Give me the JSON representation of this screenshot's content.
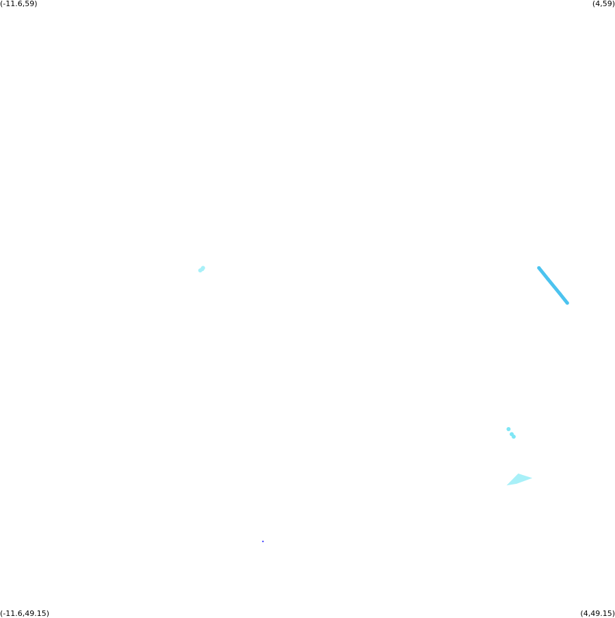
{
  "corner_labels": {
    "top_left": "(-11.6,59)",
    "top_right": "(4,59)",
    "bottom_left": "(-11.6,49.15)",
    "bottom_right": "(4,49.15)"
  },
  "bounds": {
    "lon_min": -11.6,
    "lon_max": 4,
    "lat_min": 49.15,
    "lat_max": 59
  },
  "colors": {
    "cyan_light": "#a8f0f8",
    "cyan_mid": "#7fe6f5",
    "sky_blue": "#4cc3ef",
    "blue_point": "#2a2aff"
  },
  "features": [
    {
      "kind": "cluster",
      "color": "cyan_light",
      "points": [
        [
          -6.47,
          54.71
        ],
        [
          -6.52,
          54.69
        ],
        [
          -6.45,
          54.73
        ]
      ]
    },
    {
      "kind": "band",
      "color": "sky_blue",
      "points": [
        [
          2.07,
          54.73
        ],
        [
          2.3,
          54.55
        ],
        [
          2.6,
          54.32
        ],
        [
          2.79,
          54.17
        ]
      ]
    },
    {
      "kind": "cluster",
      "color": "cyan_mid",
      "points": [
        [
          1.3,
          52.16
        ],
        [
          1.38,
          52.08
        ],
        [
          1.43,
          52.04
        ]
      ]
    },
    {
      "kind": "patch",
      "color": "cyan_light",
      "points": [
        [
          1.3,
          51.28
        ],
        [
          1.55,
          51.44
        ],
        [
          1.85,
          51.38
        ],
        [
          1.5,
          51.3
        ]
      ]
    },
    {
      "kind": "point",
      "color": "blue_point",
      "points": [
        [
          -4.93,
          50.37
        ]
      ]
    }
  ]
}
